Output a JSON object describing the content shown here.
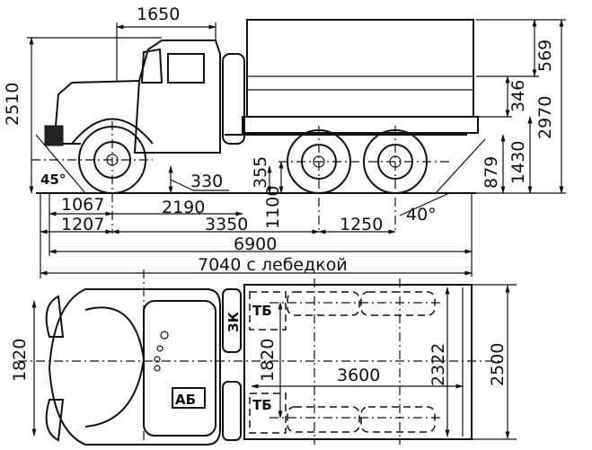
{
  "side_view": {
    "dims": {
      "cab_length": "1650",
      "overall_height_cab": "2510",
      "tarp_height": "569",
      "body_side_height": "346",
      "overall_height": "2970",
      "platform_height": "1430",
      "rear_frame_height": "879",
      "approach_angle": "45°",
      "ground_clearance": "330",
      "rear_clearance": "355",
      "axle_height": "1100",
      "front_overhang": "1067",
      "front_to_cab": "2190",
      "front_overhang_winch": "1207",
      "wheelbase": "3350",
      "rear_bogie": "1250",
      "departure_angle": "40°",
      "overall_length": "6900",
      "overall_length_winch": "7040 с лебедкой"
    }
  },
  "top_view": {
    "dims": {
      "front_track": "1820",
      "rear_track": "1820",
      "body_length": "3600",
      "body_inner_width": "2322",
      "overall_width": "2500"
    },
    "labels": {
      "spare_wheel": "ЗК",
      "fuel_tank_top": "ТБ",
      "fuel_tank_bottom": "ТБ",
      "battery": "АБ"
    }
  }
}
